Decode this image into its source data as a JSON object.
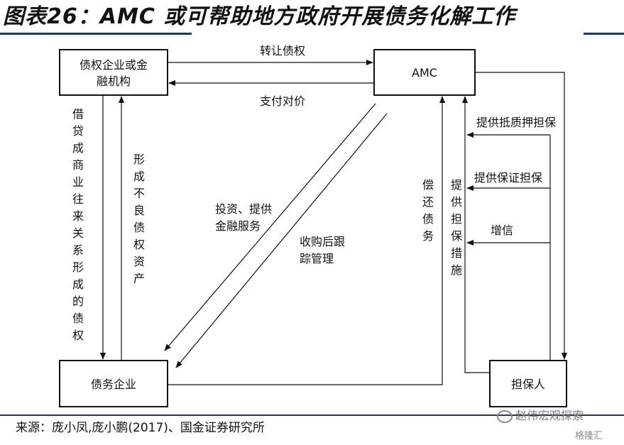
{
  "title": "图表26：AMC 或可帮助地方政府开展债务化解工作",
  "source": "来源：庞小凤,庞小鹏(2017)、国金证券研究所",
  "watermark": {
    "main": "赵伟宏观探索",
    "sub": "格隆汇"
  },
  "nodes": {
    "creditor": [
      "债权企业或金",
      "融机构"
    ],
    "amc": "AMC",
    "debtor": "债务企业",
    "guarantor": "担保人"
  },
  "edges": {
    "transfer": "转让债权",
    "pay": "支付对价",
    "borrow": "借贷成商业往来关系形成的债权",
    "bad_assets": "形成不良债权资产",
    "invest": [
      "投资、提供",
      "金融服务"
    ],
    "acquire": [
      "收购后跟",
      "踪管理"
    ],
    "repay": "偿还债务",
    "guarantee_measures": "提供担保措施",
    "collateral": "提供抵质押担保",
    "guarantee": "提供保证担保",
    "credit": "增信"
  }
}
